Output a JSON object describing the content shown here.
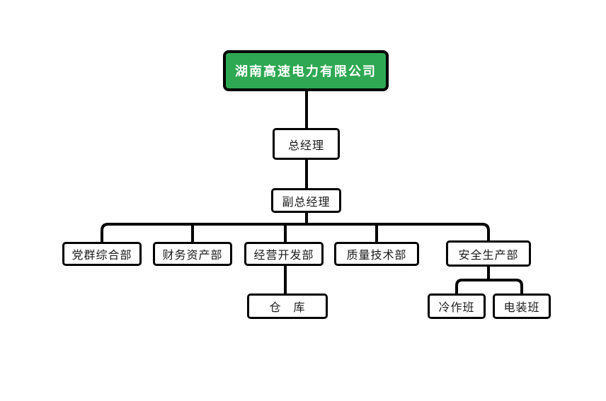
{
  "diagram": {
    "type": "org-chart",
    "nodes": {
      "company": "湖南高速电力有限公司",
      "general_manager": "总经理",
      "deputy_general_manager": "副总经理",
      "dept_party_mass": "党群综合部",
      "dept_finance_assets": "财务资产部",
      "dept_business_dev": "经营开发部",
      "dept_quality_tech": "质量技术部",
      "dept_safety_production": "安全生产部",
      "warehouse": "仓　库",
      "team_cold_work": "冷作班",
      "team_electric_assembly": "电装班"
    },
    "hierarchy": {
      "company": [
        "general_manager"
      ],
      "general_manager": [
        "deputy_general_manager"
      ],
      "deputy_general_manager": [
        "dept_party_mass",
        "dept_finance_assets",
        "dept_business_dev",
        "dept_quality_tech",
        "dept_safety_production"
      ],
      "dept_business_dev": [
        "warehouse"
      ],
      "dept_safety_production": [
        "team_cold_work",
        "team_electric_assembly"
      ]
    },
    "colors": {
      "company_bg": "#2EA852",
      "company_text": "#FFFFFF",
      "box_bg": "#FFFFFF",
      "box_border": "#000000",
      "line": "#000000",
      "text": "#1A1A1A"
    }
  }
}
